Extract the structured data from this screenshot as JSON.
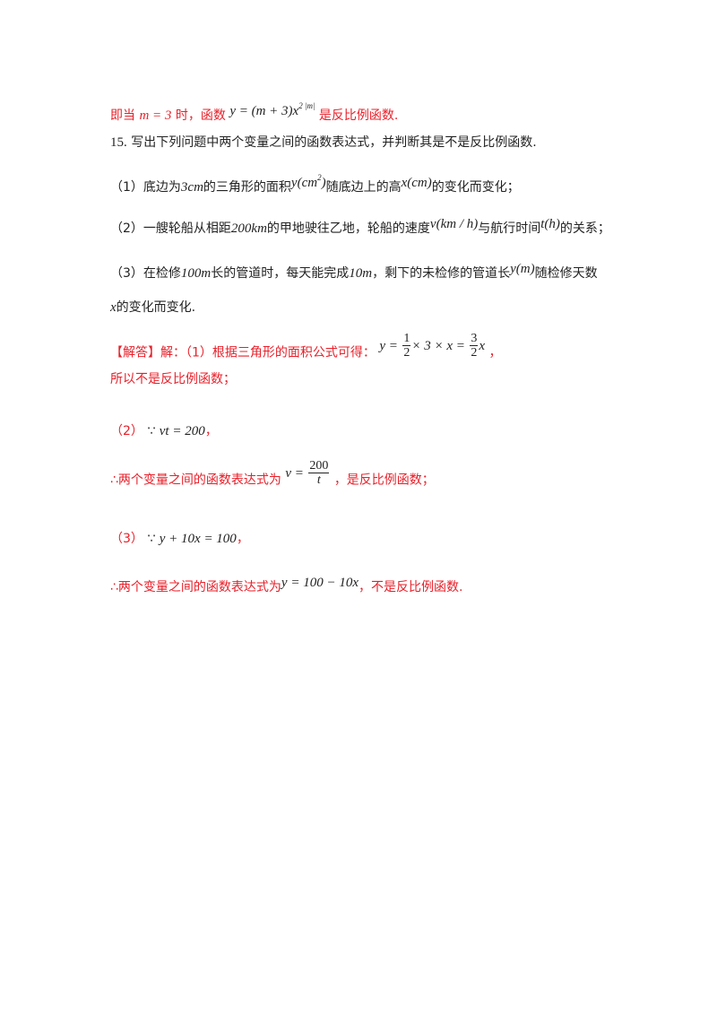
{
  "intro": {
    "part1": "即当",
    "cond": "m = 3",
    "part2": "时，函数",
    "func_main": "y = (m + 3)x",
    "func_exp": "2 |m|",
    "part3": "是反比例函数."
  },
  "question": {
    "number": "15.",
    "stem": "写出下列问题中两个变量之间的函数表达式，并判断其是不是反比例函数.",
    "items": [
      {
        "label": "（1）",
        "t1": "底边为",
        "v1": "3cm",
        "t2": "的三角形的面积",
        "v2": "y(cm",
        "v2_sup": "2",
        "v2_end": ")",
        "t3": "随底边上的高",
        "v3": "x(cm)",
        "t4": "的变化而变化；"
      },
      {
        "label": "（2）",
        "t1": "一艘轮船从相距",
        "v1": "200km",
        "t2": "的甲地驶往乙地，轮船的速度",
        "v2": "v(km / h)",
        "t3": "与航行时间",
        "v3": "t(h)",
        "t4": "的关系；"
      },
      {
        "label": "（3）",
        "t1": "在检修",
        "v1": "100m",
        "t2": "长的管道时，每天能完成",
        "v2": "10m",
        "t3": "，剩下的未检修的管道长",
        "v3": "y(m)",
        "t4": "随检修天数",
        "cont_var": "x",
        "cont_text": "的变化而变化."
      }
    ]
  },
  "answer": {
    "tag": "【解答】",
    "part1": {
      "lead": "解：（1）根据三角形的面积公式可得：",
      "eq_a": "y =",
      "frac1_num": "1",
      "frac1_den": "2",
      "eq_b": "× 3 × x =",
      "frac2_num": "3",
      "frac2_den": "2",
      "eq_c": "x",
      "tail": "，",
      "conclusion": "所以不是反比例函数；"
    },
    "part2": {
      "label": "（2）",
      "because": "∵",
      "eq": "vt = 200",
      "tail": "，",
      "therefore": "∴两个变量之间的函数表达式为",
      "expr_a": "v =",
      "frac_num": "200",
      "frac_den": "t",
      "conclusion": "，是反比例函数；"
    },
    "part3": {
      "label": "（3）",
      "because": "∵",
      "eq": "y + 10x = 100",
      "tail": "，",
      "therefore": "∴两个变量之间的函数表达式为",
      "expr": "y = 100 − 10x",
      "conclusion": "，不是反比例函数."
    }
  }
}
